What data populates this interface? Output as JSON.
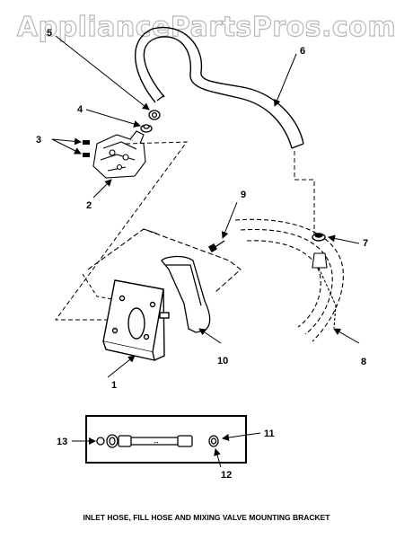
{
  "watermark": "AppliancePartsPros.com",
  "caption": "INLET HOSE, FILL HOSE AND MIXING VALVE MOUNTING BRACKET",
  "callouts": [
    "1",
    "2",
    "3",
    "4",
    "5",
    "6",
    "7",
    "8",
    "9",
    "10",
    "11",
    "12",
    "13"
  ]
}
